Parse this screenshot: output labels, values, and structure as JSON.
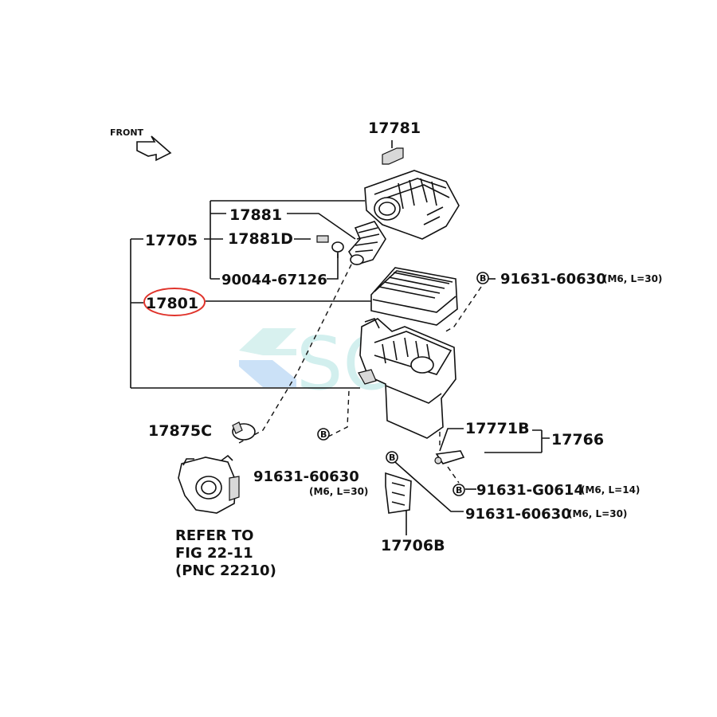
{
  "direction_label": "FRONT",
  "watermark": "SOL",
  "highlight_color": "#e0332b",
  "parts": {
    "p17781": "17781",
    "p17881": "17881",
    "p17881D": "17881D",
    "p17705": "17705",
    "p90044": "90044-67126",
    "p17801": "17801",
    "p91631_top": "91631-60630",
    "p91631_top_spec": "(M6, L=30)",
    "p17875C": "17875C",
    "p91631_mid": "91631-60630",
    "p91631_mid_spec": "(M6, L=30)",
    "p17771B": "17771B",
    "p17766": "17766",
    "p91631_g": "91631-G0614",
    "p91631_g_spec": "(M6, L=14)",
    "p91631_low": "91631-60630",
    "p91631_low_spec": "(M6, L=30)",
    "p17706B": "17706B",
    "bolt_marker": "B"
  },
  "refer": {
    "line1": "REFER TO",
    "line2": "FIG 22-11",
    "line3": "(PNC 22210)"
  }
}
